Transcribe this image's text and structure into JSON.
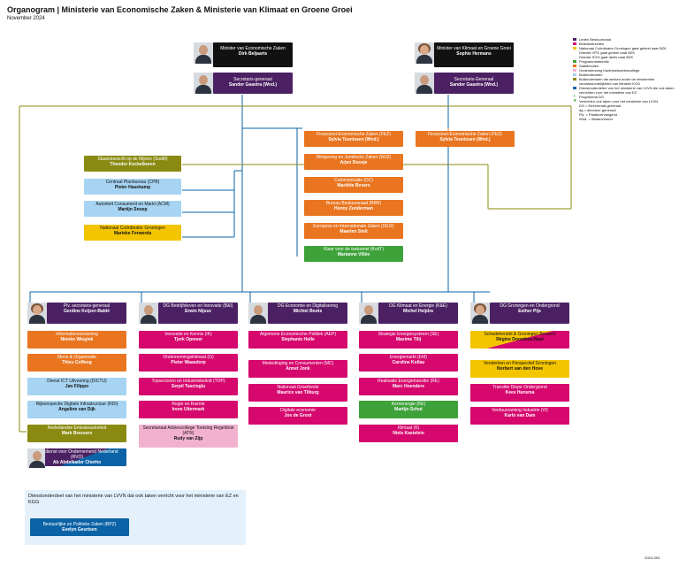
{
  "header": {
    "title": "Organogram  |  Ministerie van Economische Zaken & Ministerie van Klimaat en Groene Groei",
    "date": "November 2024"
  },
  "ministers": [
    {
      "title": "Minister van Economische Zaken",
      "name": "Dirk Beljaarts"
    },
    {
      "title": "Minister van Klimaat en Groene Groei",
      "name": "Sophie Hermans"
    }
  ],
  "sg": [
    {
      "title": "Secretaris-generaal",
      "name": "Sandor Gaastra (Wnd.)"
    },
    {
      "title": "Secretaris-Generaal",
      "name": "Sandor Gaastra (Wnd.)"
    }
  ],
  "left_units": [
    {
      "title": "Staatstoezicht op de Mijnen (SodM)",
      "name": "Theodor Kockelkoren",
      "color": "olive"
    },
    {
      "title": "Centraal Planbureau (CPB)",
      "name": "Pieter Hasekamp",
      "color": "lblue"
    },
    {
      "title": "Autoriteit Consument en Markt (ACM)",
      "name": "Martijn Snoep",
      "color": "lblue"
    },
    {
      "title": "Nationaal Coördinator Groningen",
      "name": "Marieke Ferwerda",
      "color": "yellow"
    }
  ],
  "center_units": [
    {
      "title": "Financieel-Economische Zaken (FEZ)",
      "name": "Sylvia Teunissen (Wnd.)",
      "color": "orange"
    },
    {
      "title": "Wetgeving en Juridische Zaken (WJZ)",
      "name": "Arjen Doosje",
      "color": "orange"
    },
    {
      "title": "Communicatie (DC)",
      "name": "Mariëtte Bevers",
      "color": "orange"
    },
    {
      "title": "Bureau Bestuursraad (BBR)",
      "name": "Henny Zunderman",
      "color": "orange"
    },
    {
      "title": "Europese en Internationale Zaken (DEIZ)",
      "name": "Maarten Smit",
      "color": "orange"
    },
    {
      "title": "Klaar voor de toekomst (KvdT)",
      "name": "Marianne Villée",
      "color": "green"
    }
  ],
  "right_unit": {
    "title": "Financieel-Economische Zaken (FEZ)",
    "name": "Sylvia Teunissen (Wnd.)",
    "color": "orange"
  },
  "dgs": [
    {
      "title": "Plv. secretaris-generaal",
      "name": "Gerdine Keijzer-Baldé"
    },
    {
      "title": "DG Bedrijfsleven en Innovatie (B&I)",
      "name": "Erwin Nijsse"
    },
    {
      "title": "DG Economie en Digitalisering",
      "name": "Michiel Boots"
    },
    {
      "title": "DG Klimaat en Energie (K&E)",
      "name": "Michel Heijdra"
    },
    {
      "title": "DG Groningen en Ondergrond",
      "name": "Esther Pijs"
    }
  ],
  "col1": [
    {
      "title": "Informatievoorziening",
      "name": "Nienke Wiegink",
      "color": "orange"
    },
    {
      "title": "Mens & Organisatie",
      "name": "Thieu Coffeng",
      "color": "orange"
    },
    {
      "title": "Dienst ICT Uitvoering (DICTU)",
      "name": "Jan Filippo",
      "color": "lblue"
    },
    {
      "title": "Rijksinspectie Digitale Infrastructuur (RDI)",
      "name": "Angeline van Dijk",
      "color": "lblue"
    },
    {
      "title": "Nederlandse Emissieautoriteit",
      "name": "Mark Bressers",
      "color": "olive"
    },
    {
      "title": "Rijksdienst voor Ondernemend Nederland (RVO)",
      "name": "Ab Abdelkader Chorho",
      "color": "split2"
    }
  ],
  "col2": [
    {
      "title": "Innovatie en Kennis (IK)",
      "name": "Tjerk Opmeer",
      "color": "magenta"
    },
    {
      "title": "Ondernemingsklimaat (O)",
      "name": "Pieter Waasdorp",
      "color": "magenta"
    },
    {
      "title": "Topsectoren en Industriebeleid (TOP)",
      "name": "Serpil Tascioglu",
      "color": "magenta"
    },
    {
      "title": "Regio en Ruimte",
      "name": "Irene Uitermark",
      "color": "magenta"
    },
    {
      "title": "Secretariaat Adviescollege Toetsing Regeldruk (ATR)",
      "name": "Rudy van Zijp",
      "color": "pink"
    }
  ],
  "col3": [
    {
      "title": "Algemene Economische Politiek (AEP)",
      "name": "Stephanie Holle",
      "color": "magenta"
    },
    {
      "title": "Mededinging en Consumenten (MC)",
      "name": "Annet Jonk",
      "color": "magenta"
    },
    {
      "title": "Nationaal Groeifonds",
      "name": "Maurice van Tilburg",
      "color": "magenta"
    },
    {
      "title": "Digitale economie",
      "name": "Jos de Groot",
      "color": "magenta"
    }
  ],
  "col4": [
    {
      "title": "Strategie Energiesysteem (SE)",
      "name": "Maxime Tilij",
      "color": "magenta"
    },
    {
      "title": "Energiemarkt (EM)",
      "name": "Caroline Kollau",
      "color": "magenta"
    },
    {
      "title": "Realisatie Energietransitie (RE)",
      "name": "Marc Hoenders",
      "color": "magenta"
    },
    {
      "title": "Kernenergie (KE)",
      "name": "Martijn Schut",
      "color": "green"
    },
    {
      "title": "Klimaat (K)",
      "name": "Niels Kastelein",
      "color": "magenta"
    }
  ],
  "col5": [
    {
      "title": "Schadeherstel & Groningen Bouwen",
      "name": "Régine Doombos-Neyt",
      "color": "split"
    },
    {
      "title": "Versterken en Perspectief Groningen",
      "name": "Norbert van den Hove",
      "color": "yellow"
    },
    {
      "title": "Transitie Diepe Ondergrond",
      "name": "Kees Hansma",
      "color": "magenta"
    },
    {
      "title": "Verduurzaming Industrie (VI)",
      "name": "Karlo van Dam",
      "color": "magenta"
    }
  ],
  "note": {
    "text": "Dienstonderdeel van het ministerie van LVVN dat ook taken verricht voor het ministerie van EZ en KGG",
    "box_title": "Bestuurlijke en Politieke Zaken (BPZ)",
    "box_name": "Evelyn Geurtsen"
  },
  "legend": [
    {
      "color": "#4b2163",
      "label": "Leden Bestuursraad"
    },
    {
      "color": "#d6086e",
      "label": "Beleidsdirecties"
    },
    {
      "color": "#f3c400",
      "label": "Nationaal Coördinator Groningen gaat geheel naar BZK"
    },
    {
      "color": "",
      "label": "Directie VPG gaat geheel naar BZK"
    },
    {
      "color": "",
      "label": "Directie SGG gaat deels naar BZK"
    },
    {
      "color": "#3ea23a",
      "label": "Programmadirectie"
    },
    {
      "color": "#e97520",
      "label": "Stafdirecties"
    },
    {
      "color": "#f2b2cf",
      "label": "Ondersteuning Kaderwetadviescollege"
    },
    {
      "color": "#a6d4f2",
      "label": "Buitendiensten"
    },
    {
      "color": "#8a8a12",
      "label": "Buitendiensten die werken onder de ministeriele verantwoordelijkheid van Minister KGG"
    },
    {
      "color": "#0b63a6",
      "label": "Dienstonderdelen van het ministerie van LVVN die ook taken verrichten voor het ministerie van EZ"
    },
    {
      "glyph": "+",
      "label": "Programma DG"
    },
    {
      "glyph": "★",
      "label": "Verrichten ook taken voor het ministerie van LVVN"
    },
    {
      "glyph": "",
      "label": "DG = Directoraat-generaal"
    },
    {
      "glyph": "",
      "label": "dg = directeur-generaal"
    },
    {
      "glyph": "",
      "label": "Plv. = Plaatsvervangend"
    },
    {
      "glyph": "",
      "label": "Wnd. = Waarnemend"
    }
  ],
  "footer": "2024-283"
}
